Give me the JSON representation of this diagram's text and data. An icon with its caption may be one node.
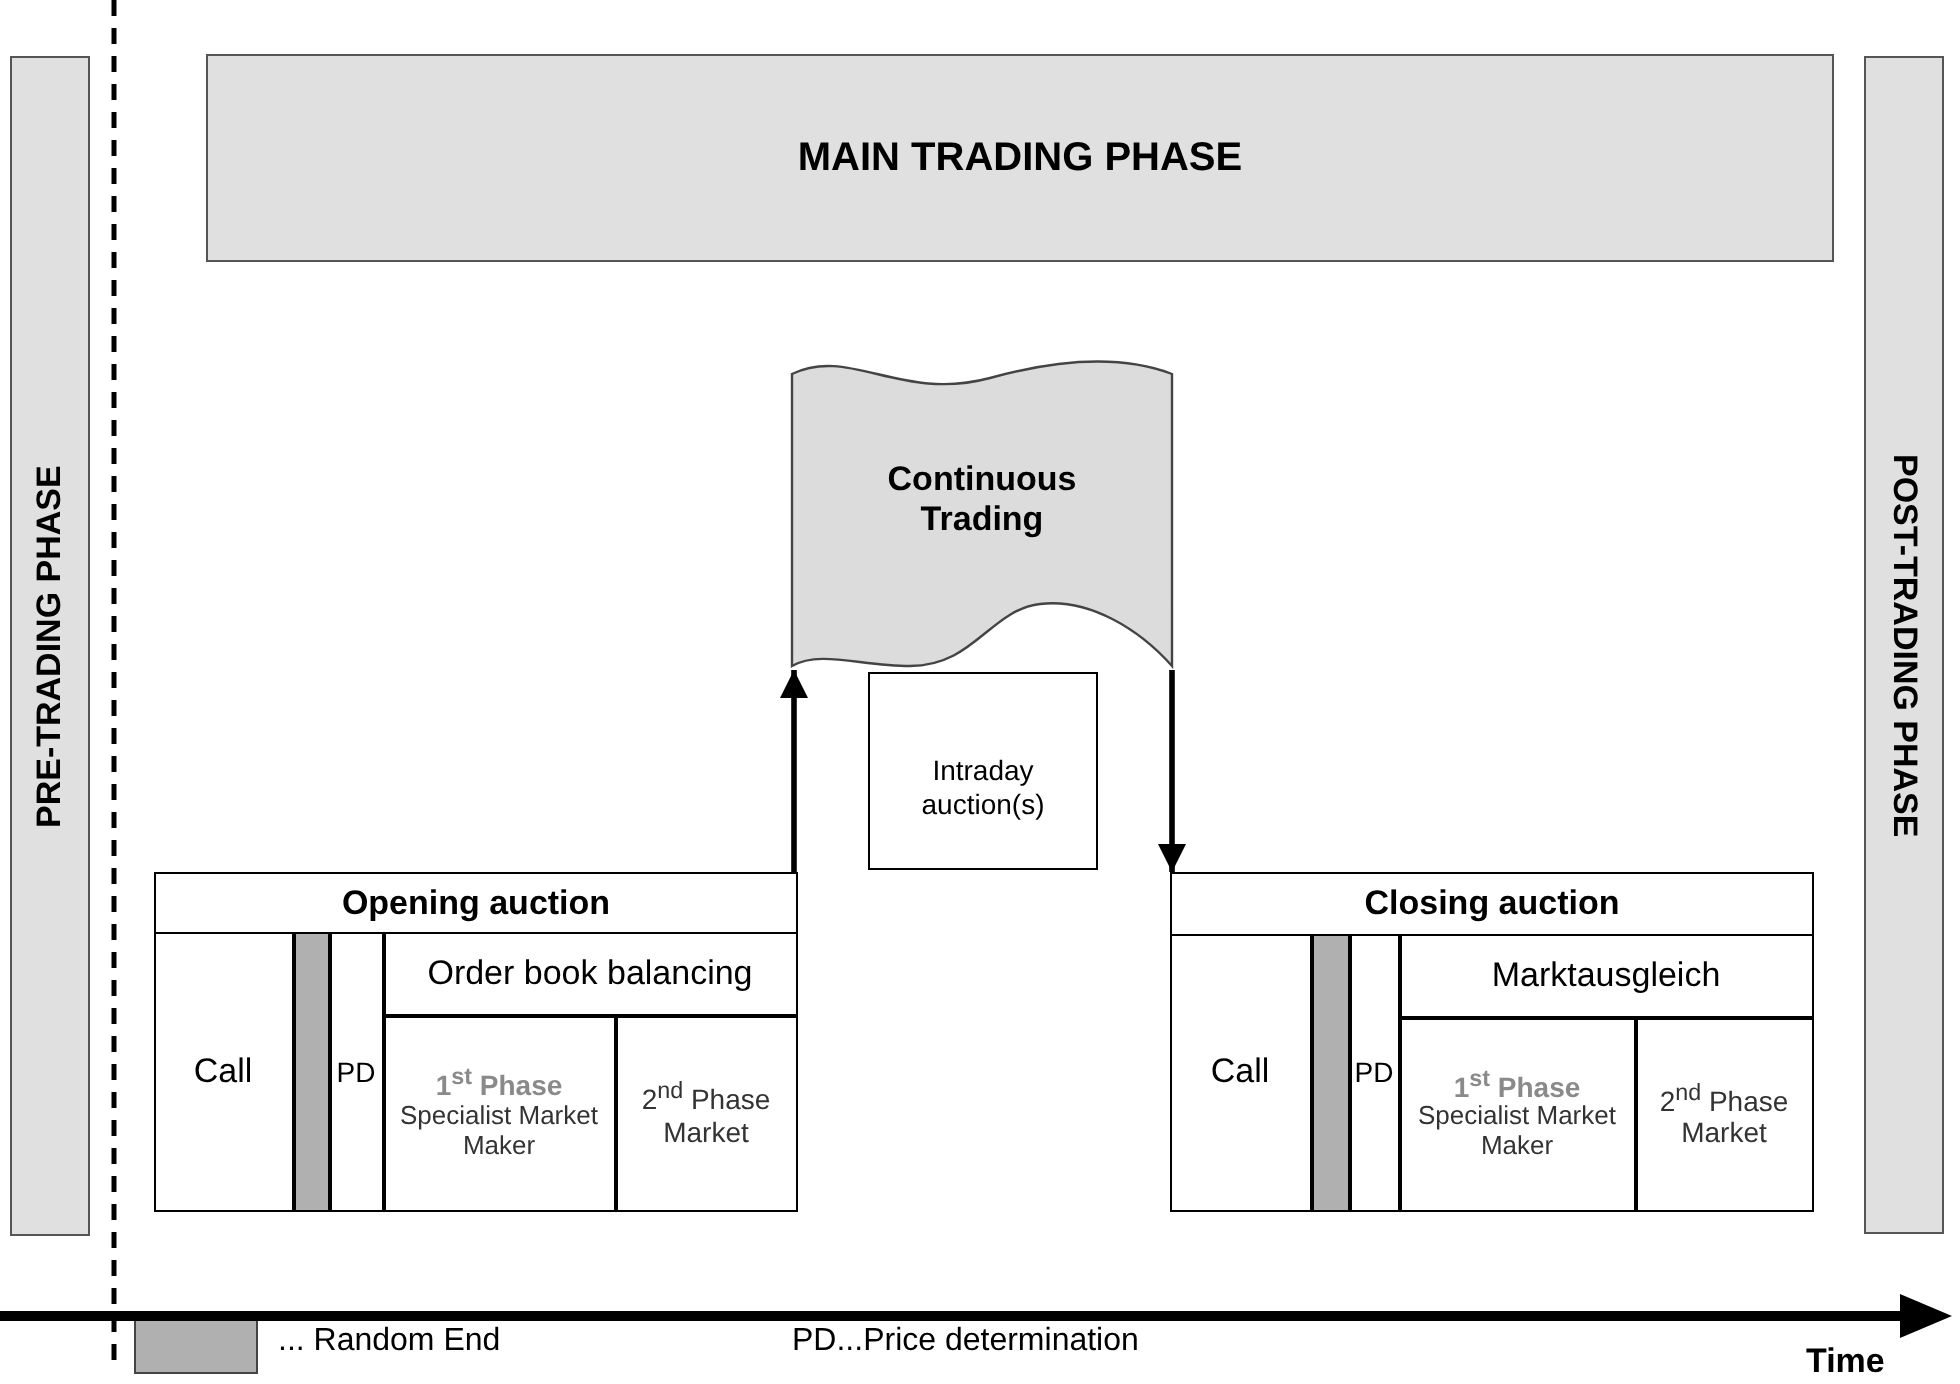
{
  "diagram": {
    "nodes": [
      {
        "text": [
          "PRE-TRADING PHASE"
        ]
      },
      {
        "text": [
          "MAIN TRADING PHASE"
        ]
      },
      {
        "text": [
          "POST-TRADING PHASE"
        ]
      },
      {
        "text": [
          "Continuous Trading"
        ]
      },
      {
        "text": [
          "Intraday auction(s)"
        ]
      },
      {
        "text": [
          "Opening auction"
        ]
      },
      {
        "text": [
          "Call"
        ],
        "in": 5
      },
      {
        "text": [],
        "shape": "bar",
        "in": 5
      },
      {
        "text": [
          "PD"
        ],
        "in": 5
      },
      {
        "text": [
          "Order book balancing"
        ],
        "in": 5
      },
      {
        "text": [
          "1$^{st}$ Phase",
          "Specialist Market Maker"
        ],
        "in": 5
      },
      {
        "text": [
          "2$^{nd}$ Phase Market"
        ],
        "in": 5
      },
      {
        "text": [
          "Closing auction"
        ]
      },
      {
        "text": [
          "Call"
        ],
        "in": 12
      },
      {
        "text": [],
        "shape": "bar",
        "in": 12
      },
      {
        "text": [
          "PD"
        ],
        "in": 12
      },
      {
        "text": [
          "Marktausgleich"
        ],
        "in": 12
      },
      {
        "text": [
          "1$^{st}$ Phase",
          "Specialist Market Maker"
        ],
        "in": 12
      },
      {
        "text": [
          "2$^{nd}$ Phase Market"
        ],
        "in": 12
      }
    ],
    "edges": [
      {
        "from": 5,
        "to": 3,
        "arrow": "to"
      },
      {
        "from": 3,
        "to": 12,
        "arrow": "to"
      }
    ],
    "labels": [
      "PD...Price determination",
      "Time"
    ],
    "legend": [
      {
        "text": "... Random End",
        "color": "#b0b0b0"
      }
    ]
  }
}
